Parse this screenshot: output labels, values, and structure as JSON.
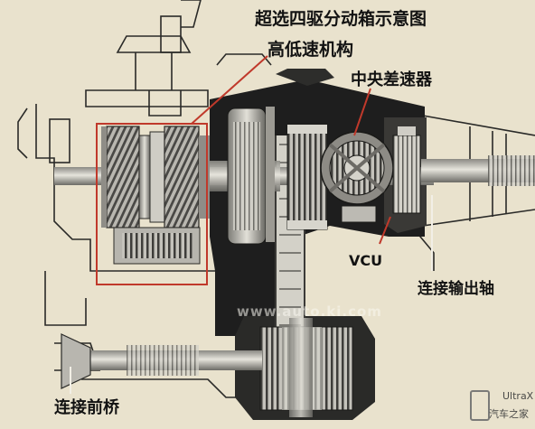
{
  "diagram": {
    "title": "超选四驱分动箱示意图",
    "labels": {
      "high_low_range": "高低速机构",
      "center_differential": "中央差速器",
      "vcu": "VCU",
      "output_shaft": "连接输出轴",
      "front_axle": "连接前桥"
    }
  },
  "watermarks": {
    "site": "www.auto.ki.com",
    "brand_top": "UltraX",
    "brand_bottom": "汽车之家"
  },
  "colors": {
    "background": "#e9e2cd",
    "casing_dark": "#1e1e1e",
    "metal_light": "#c9c7c0",
    "highlight_box": "#c0392b",
    "ink": "#121212"
  }
}
